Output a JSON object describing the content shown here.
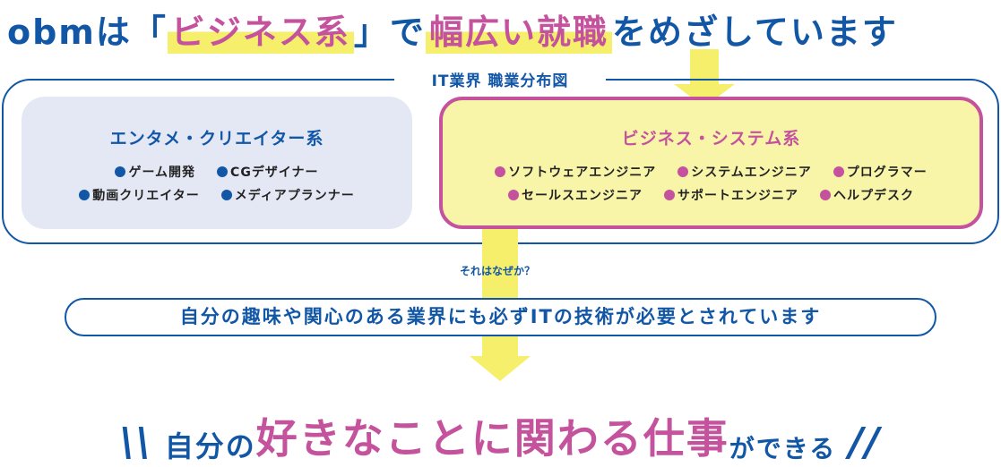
{
  "headline": {
    "part1": "obmは「",
    "highlight1": "ビジネス系",
    "part2": "」で",
    "highlight2": "幅広い就職",
    "part3": "をめざしています"
  },
  "chart_title": "IT業界 職業分布図",
  "left_group": {
    "title": "エンタメ・クリエイター系",
    "rows": [
      [
        "ゲーム開発",
        "CGデザイナー"
      ],
      [
        "動画クリエイター",
        "メディアプランナー"
      ]
    ]
  },
  "right_group": {
    "title": "ビジネス・システム系",
    "rows": [
      [
        "ソフトウェアエンジニア",
        "システムエンジニア",
        "プログラマー"
      ],
      [
        "セールスエンジニア",
        "サポートエンジニア",
        "ヘルプデスク"
      ]
    ]
  },
  "question": "それはなぜか？",
  "reason": "自分の趣味や関心のある業界にも必ずITの技術が必要とされています",
  "conclusion": {
    "slash_left": "\\\\",
    "part1": "自分の",
    "highlight": "好きなことに関わる仕事",
    "part2": "ができる",
    "slash_right": "//"
  },
  "colors": {
    "blue": "#1257a6",
    "pink": "#c4529c",
    "yellow": "#f6ef6c",
    "light_yellow": "#f8f5a9",
    "lavender": "#e4e8f4"
  }
}
